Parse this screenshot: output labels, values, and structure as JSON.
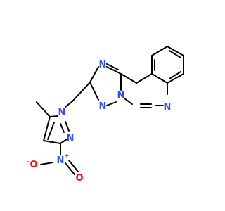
{
  "molecule": {
    "atoms": [
      {
        "id": "n1",
        "text": "N",
        "color": "#3050F8"
      },
      {
        "id": "n2",
        "text": "N",
        "color": "#3050F8"
      },
      {
        "id": "n3",
        "text": "N",
        "color": "#3050F8"
      },
      {
        "id": "n4",
        "text": "N",
        "color": "#3050F8"
      },
      {
        "id": "n5",
        "text": "N",
        "color": "#3050F8"
      },
      {
        "id": "n6",
        "text": "N",
        "color": "#3050F8"
      },
      {
        "id": "n7",
        "text": "N",
        "color": "#3050F8"
      },
      {
        "id": "o1",
        "text": "O",
        "color": "#FF0D0D"
      },
      {
        "id": "o2",
        "text": "O",
        "color": "#FF0D0D"
      }
    ],
    "charges": {
      "nitro_n": "+",
      "nitro_o": "-"
    }
  },
  "colors": {
    "bond": "#000000",
    "nitrogen": "#3050F8",
    "oxygen": "#FF0D0D",
    "background": "#FFFFFF"
  }
}
